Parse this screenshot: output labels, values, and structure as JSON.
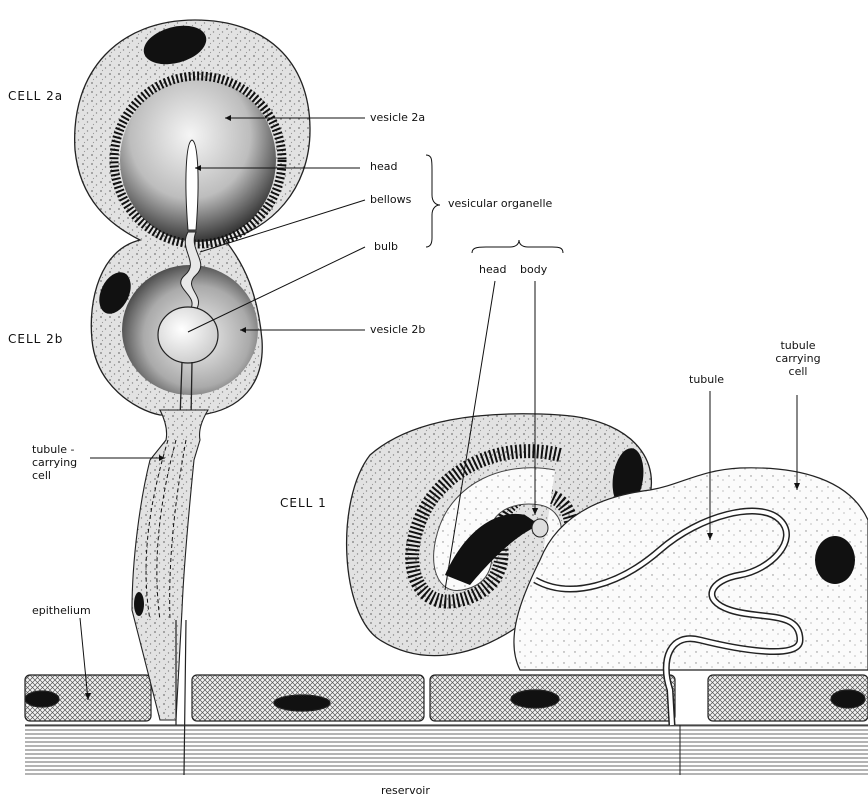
{
  "labels": {
    "cell_2a": "CELL  2a",
    "cell_2b": "CELL  2b",
    "cell_1": "CELL  1",
    "vesicle_2a": "vesicle 2a",
    "head": "head",
    "bellows": "bellows",
    "bulb": "bulb",
    "vesicular_organelle": "vesicular organelle",
    "vesicle_2b": "vesicle 2b",
    "head_2": "head",
    "body": "body",
    "tubule": "tubule",
    "tubule_carrying_cell_right": [
      "tubule",
      "carrying",
      "cell"
    ],
    "tubule_carrying_cell_left": [
      "tubule -",
      "carrying",
      "cell"
    ],
    "epithelium": "epithelium",
    "reservoir": "reservoir"
  }
}
